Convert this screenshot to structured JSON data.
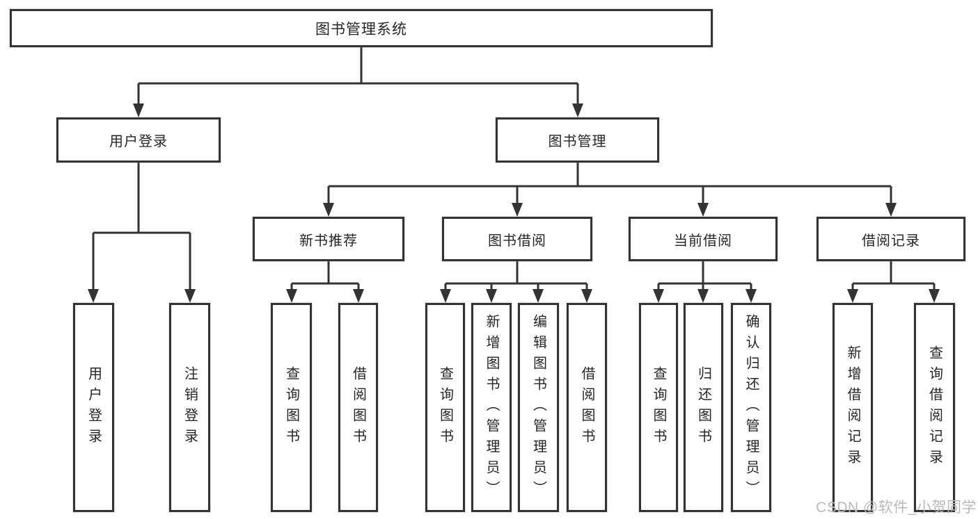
{
  "diagram_title": "图书管理系统",
  "nodes": {
    "root": "图书管理系统",
    "user_login": "用户登录",
    "book_management": "图书管理",
    "new_book_recommend": "新书推荐",
    "book_borrowing": "图书借阅",
    "current_borrowing": "当前借阅",
    "borrowing_records": "借阅记录",
    "leaf_user_login": "用户登录",
    "leaf_logout": "注销登录",
    "leaf_search_book_b1": "查询图书",
    "leaf_borrow_book_b2": "借阅图书",
    "leaf_search_book_c1": "查询图书",
    "leaf_add_book_admin": "新增图书（管理员）",
    "leaf_edit_book_admin": "编辑图书（管理员）",
    "leaf_borrow_book_c4": "借阅图书",
    "leaf_search_book_d1": "查询图书",
    "leaf_return_book": "归还图书",
    "leaf_confirm_return_admin": "确认归还（管理员）",
    "leaf_add_borrow_record": "新增借阅记录",
    "leaf_search_borrow_record": "查询借阅记录"
  },
  "hierarchy": {
    "root": [
      "user_login",
      "book_management"
    ],
    "user_login": [
      "leaf_user_login",
      "leaf_logout"
    ],
    "book_management": [
      "new_book_recommend",
      "book_borrowing",
      "current_borrowing",
      "borrowing_records"
    ],
    "new_book_recommend": [
      "leaf_search_book_b1",
      "leaf_borrow_book_b2"
    ],
    "book_borrowing": [
      "leaf_search_book_c1",
      "leaf_add_book_admin",
      "leaf_edit_book_admin",
      "leaf_borrow_book_c4"
    ],
    "current_borrowing": [
      "leaf_search_book_d1",
      "leaf_return_book",
      "leaf_confirm_return_admin"
    ],
    "borrowing_records": [
      "leaf_add_borrow_record",
      "leaf_search_borrow_record"
    ]
  },
  "watermark": "CSDN @软件_小贺同学",
  "colors": {
    "background": "#ffffff",
    "box_border": "#333333",
    "connector_line": "#333333",
    "text": "#262626",
    "watermark": "#b9b9b9"
  }
}
